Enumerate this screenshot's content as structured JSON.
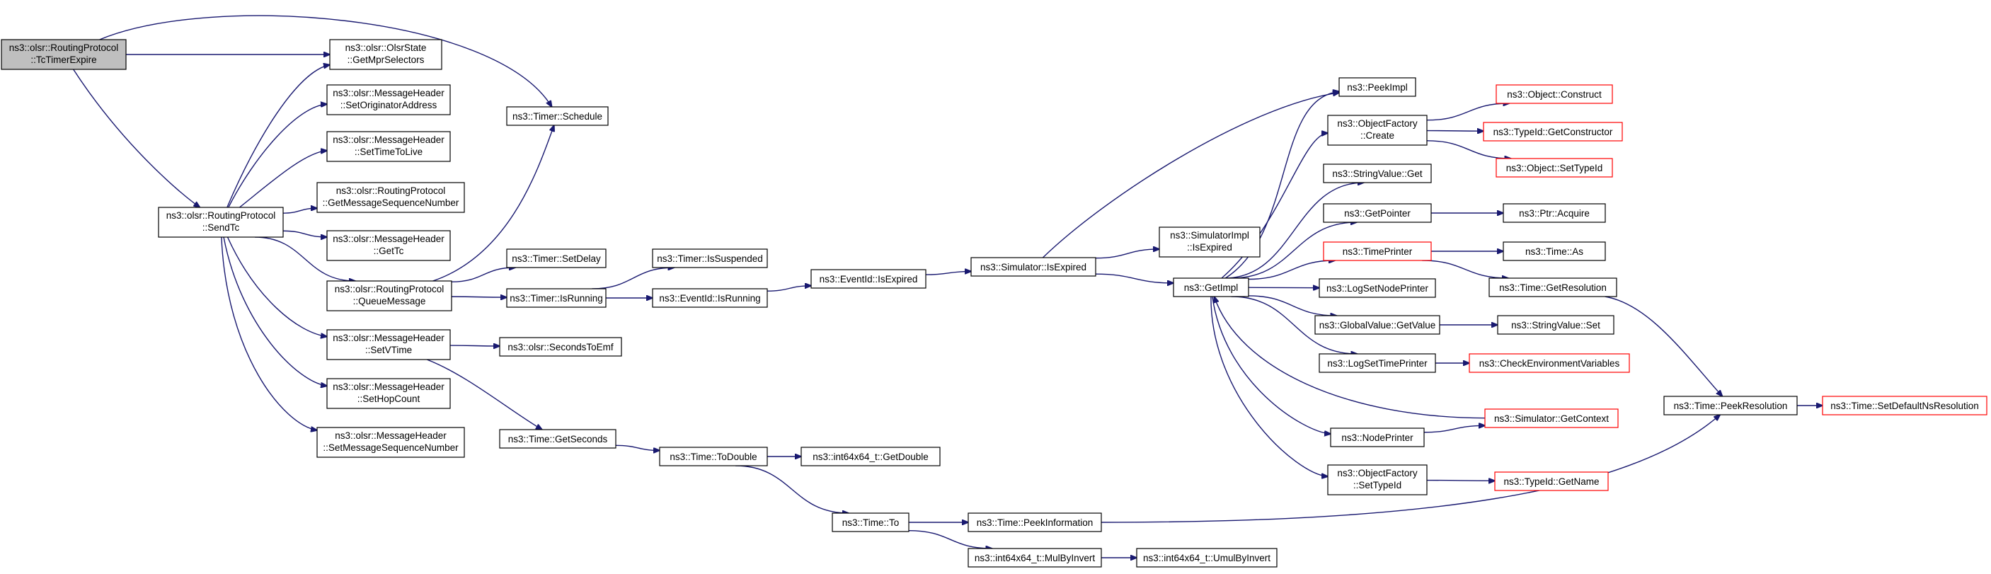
{
  "colors": {
    "edge": "#191970",
    "box_normal": "#000000",
    "box_truncated": "#ff0000",
    "root_fill": "#bfbfbf",
    "node_fill": "#ffffff",
    "text": "#000000"
  },
  "nodes": [
    {
      "id": "tcTimerExpire",
      "lines": [
        "ns3::olsr::RoutingProtocol",
        "::TcTimerExpire"
      ],
      "root": true
    },
    {
      "id": "getMprSelectors",
      "lines": [
        "ns3::olsr::OlsrState",
        "::GetMprSelectors"
      ]
    },
    {
      "id": "timerSchedule",
      "lines": [
        "ns3::Timer::Schedule"
      ]
    },
    {
      "id": "sendTc",
      "lines": [
        "ns3::olsr::RoutingProtocol",
        "::SendTc"
      ]
    },
    {
      "id": "setOriginatorAddress",
      "lines": [
        "ns3::olsr::MessageHeader",
        "::SetOriginatorAddress"
      ]
    },
    {
      "id": "setTimeToLive",
      "lines": [
        "ns3::olsr::MessageHeader",
        "::SetTimeToLive"
      ]
    },
    {
      "id": "getMessageSequenceNumber",
      "lines": [
        "ns3::olsr::RoutingProtocol",
        "::GetMessageSequenceNumber"
      ]
    },
    {
      "id": "getTc",
      "lines": [
        "ns3::olsr::MessageHeader",
        "::GetTc"
      ]
    },
    {
      "id": "queueMessage",
      "lines": [
        "ns3::olsr::RoutingProtocol",
        "::QueueMessage"
      ]
    },
    {
      "id": "setVTime",
      "lines": [
        "ns3::olsr::MessageHeader",
        "::SetVTime"
      ]
    },
    {
      "id": "setHopCount",
      "lines": [
        "ns3::olsr::MessageHeader",
        "::SetHopCount"
      ]
    },
    {
      "id": "setMessageSequenceNumber",
      "lines": [
        "ns3::olsr::MessageHeader",
        "::SetMessageSequenceNumber"
      ]
    },
    {
      "id": "timerSetDelay",
      "lines": [
        "ns3::Timer::SetDelay"
      ]
    },
    {
      "id": "timerIsRunning",
      "lines": [
        "ns3::Timer::IsRunning"
      ]
    },
    {
      "id": "timerIsSuspended",
      "lines": [
        "ns3::Timer::IsSuspended"
      ]
    },
    {
      "id": "eventIdIsRunning",
      "lines": [
        "ns3::EventId::IsRunning"
      ]
    },
    {
      "id": "eventIdIsExpired",
      "lines": [
        "ns3::EventId::IsExpired"
      ]
    },
    {
      "id": "simulatorIsExpired",
      "lines": [
        "ns3::Simulator::IsExpired"
      ]
    },
    {
      "id": "simImplIsExpired",
      "lines": [
        "ns3::SimulatorImpl",
        "::IsExpired"
      ]
    },
    {
      "id": "getImpl",
      "lines": [
        "ns3::GetImpl"
      ]
    },
    {
      "id": "secondsToEmf",
      "lines": [
        "ns3::olsr::SecondsToEmf"
      ]
    },
    {
      "id": "timeGetSeconds",
      "lines": [
        "ns3::Time::GetSeconds"
      ]
    },
    {
      "id": "timeToDouble",
      "lines": [
        "ns3::Time::ToDouble"
      ]
    },
    {
      "id": "int64GetDouble",
      "lines": [
        "ns3::int64x64_t::GetDouble"
      ]
    },
    {
      "id": "timeTo",
      "lines": [
        "ns3::Time::To"
      ]
    },
    {
      "id": "timePeekInformation",
      "lines": [
        "ns3::Time::PeekInformation"
      ]
    },
    {
      "id": "mulByInvert",
      "lines": [
        "ns3::int64x64_t::MulByInvert"
      ]
    },
    {
      "id": "umulByInvert",
      "lines": [
        "ns3::int64x64_t::UmulByInvert"
      ]
    },
    {
      "id": "peekImpl",
      "lines": [
        "ns3::PeekImpl"
      ]
    },
    {
      "id": "objectFactoryCreate",
      "lines": [
        "ns3::ObjectFactory",
        "::Create"
      ]
    },
    {
      "id": "stringValueGet",
      "lines": [
        "ns3::StringValue::Get"
      ]
    },
    {
      "id": "getPointer",
      "lines": [
        "ns3::GetPointer"
      ]
    },
    {
      "id": "timePrinter",
      "lines": [
        "ns3::TimePrinter"
      ],
      "truncated": true
    },
    {
      "id": "logSetNodePrinter",
      "lines": [
        "ns3::LogSetNodePrinter"
      ]
    },
    {
      "id": "globalValueGetValue",
      "lines": [
        "ns3::GlobalValue::GetValue"
      ]
    },
    {
      "id": "logSetTimePrinter",
      "lines": [
        "ns3::LogSetTimePrinter"
      ]
    },
    {
      "id": "nodePrinter",
      "lines": [
        "ns3::NodePrinter"
      ]
    },
    {
      "id": "objectFactorySetTypeId",
      "lines": [
        "ns3::ObjectFactory",
        "::SetTypeId"
      ]
    },
    {
      "id": "objectConstruct",
      "lines": [
        "ns3::Object::Construct"
      ],
      "truncated": true
    },
    {
      "id": "typeIdGetConstructor",
      "lines": [
        "ns3::TypeId::GetConstructor"
      ],
      "truncated": true
    },
    {
      "id": "objectSetTypeId",
      "lines": [
        "ns3::Object::SetTypeId"
      ],
      "truncated": true
    },
    {
      "id": "ptrAcquire",
      "lines": [
        "ns3::Ptr::Acquire"
      ]
    },
    {
      "id": "timeAs",
      "lines": [
        "ns3::Time::As"
      ]
    },
    {
      "id": "timeGetResolution",
      "lines": [
        "ns3::Time::GetResolution"
      ]
    },
    {
      "id": "stringValueSet",
      "lines": [
        "ns3::StringValue::Set"
      ]
    },
    {
      "id": "checkEnvVars",
      "lines": [
        "ns3::CheckEnvironmentVariables"
      ],
      "truncated": true
    },
    {
      "id": "simulatorGetContext",
      "lines": [
        "ns3::Simulator::GetContext"
      ],
      "truncated": true
    },
    {
      "id": "typeIdGetName",
      "lines": [
        "ns3::TypeId::GetName"
      ],
      "truncated": true
    },
    {
      "id": "timePeekResolution",
      "lines": [
        "ns3::Time::PeekResolution"
      ]
    },
    {
      "id": "timeSetDefaultNsResolution",
      "lines": [
        "ns3::Time::SetDefaultNsResolution"
      ],
      "truncated": true
    }
  ],
  "edges": [
    [
      "tcTimerExpire",
      "getMprSelectors"
    ],
    [
      "tcTimerExpire",
      "timerSchedule"
    ],
    [
      "tcTimerExpire",
      "sendTc"
    ],
    [
      "sendTc",
      "getMprSelectors"
    ],
    [
      "sendTc",
      "setOriginatorAddress"
    ],
    [
      "sendTc",
      "setTimeToLive"
    ],
    [
      "sendTc",
      "getMessageSequenceNumber"
    ],
    [
      "sendTc",
      "getTc"
    ],
    [
      "sendTc",
      "queueMessage"
    ],
    [
      "sendTc",
      "setVTime"
    ],
    [
      "sendTc",
      "setHopCount"
    ],
    [
      "sendTc",
      "setMessageSequenceNumber"
    ],
    [
      "queueMessage",
      "timerSchedule"
    ],
    [
      "queueMessage",
      "timerSetDelay"
    ],
    [
      "queueMessage",
      "timerIsRunning"
    ],
    [
      "timerIsRunning",
      "timerIsSuspended"
    ],
    [
      "timerIsRunning",
      "eventIdIsRunning"
    ],
    [
      "eventIdIsRunning",
      "eventIdIsExpired"
    ],
    [
      "eventIdIsExpired",
      "simulatorIsExpired"
    ],
    [
      "simulatorIsExpired",
      "simImplIsExpired"
    ],
    [
      "simulatorIsExpired",
      "peekImpl"
    ],
    [
      "simulatorIsExpired",
      "getImpl"
    ],
    [
      "setVTime",
      "secondsToEmf"
    ],
    [
      "setVTime",
      "timeGetSeconds"
    ],
    [
      "timeGetSeconds",
      "timeToDouble"
    ],
    [
      "timeToDouble",
      "int64GetDouble"
    ],
    [
      "timeToDouble",
      "timeTo"
    ],
    [
      "timeTo",
      "timePeekInformation"
    ],
    [
      "timeTo",
      "mulByInvert"
    ],
    [
      "mulByInvert",
      "umulByInvert"
    ],
    [
      "timePeekInformation",
      "timePeekResolution"
    ],
    [
      "getImpl",
      "peekImpl"
    ],
    [
      "getImpl",
      "objectFactoryCreate"
    ],
    [
      "getImpl",
      "stringValueGet"
    ],
    [
      "getImpl",
      "getPointer"
    ],
    [
      "getImpl",
      "timePrinter"
    ],
    [
      "getImpl",
      "logSetNodePrinter"
    ],
    [
      "getImpl",
      "globalValueGetValue"
    ],
    [
      "getImpl",
      "logSetTimePrinter"
    ],
    [
      "getImpl",
      "nodePrinter"
    ],
    [
      "getImpl",
      "objectFactorySetTypeId"
    ],
    [
      "simulatorGetContext",
      "getImpl"
    ],
    [
      "objectFactoryCreate",
      "objectConstruct"
    ],
    [
      "objectFactoryCreate",
      "typeIdGetConstructor"
    ],
    [
      "objectFactoryCreate",
      "objectSetTypeId"
    ],
    [
      "getPointer",
      "ptrAcquire"
    ],
    [
      "timePrinter",
      "timeAs"
    ],
    [
      "timePrinter",
      "timeGetResolution"
    ],
    [
      "globalValueGetValue",
      "stringValueSet"
    ],
    [
      "logSetTimePrinter",
      "checkEnvVars"
    ],
    [
      "nodePrinter",
      "simulatorGetContext"
    ],
    [
      "objectFactorySetTypeId",
      "typeIdGetName"
    ],
    [
      "timeGetResolution",
      "timePeekResolution"
    ],
    [
      "timePeekResolution",
      "timeSetDefaultNsResolution"
    ]
  ]
}
